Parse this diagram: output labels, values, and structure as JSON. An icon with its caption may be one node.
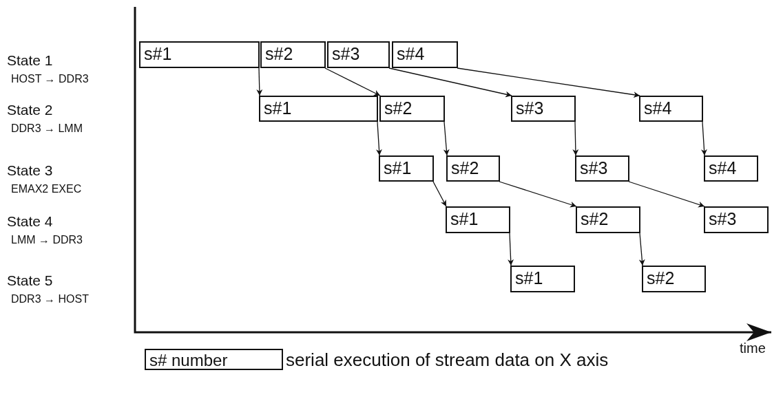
{
  "diagram": {
    "nodes": [
      {
        "text": [
          "s#1"
        ]
      },
      {
        "text": [
          "s#2"
        ]
      },
      {
        "text": [
          "s#3"
        ]
      },
      {
        "text": [
          "s#4"
        ]
      },
      {
        "text": [
          "s#1"
        ]
      },
      {
        "text": [
          "s#2"
        ]
      },
      {
        "text": [
          "s#3"
        ]
      },
      {
        "text": [
          "s#4"
        ]
      },
      {
        "text": [
          "s#1"
        ]
      },
      {
        "text": [
          "s#2"
        ]
      },
      {
        "text": [
          "s#3"
        ]
      },
      {
        "text": [
          "s#4"
        ]
      },
      {
        "text": [
          "s#1"
        ]
      },
      {
        "text": [
          "s#2"
        ]
      },
      {
        "text": [
          "s#3"
        ]
      },
      {
        "text": [
          "s#1"
        ]
      },
      {
        "text": [
          "s#2"
        ]
      },
      {
        "text": [
          "s# number"
        ],
        "beside": [
          "serial execution of stream data on X axis"
        ]
      }
    ],
    "edges": [
      {
        "from": 0,
        "to": 4,
        "arrow": "to"
      },
      {
        "from": 1,
        "to": 5,
        "arrow": "to"
      },
      {
        "from": 2,
        "to": 6,
        "arrow": "to"
      },
      {
        "from": 3,
        "to": 7,
        "arrow": "to"
      },
      {
        "from": 4,
        "to": 8,
        "arrow": "to"
      },
      {
        "from": 5,
        "to": 9,
        "arrow": "to"
      },
      {
        "from": 6,
        "to": 10,
        "arrow": "to"
      },
      {
        "from": 7,
        "to": 11,
        "arrow": "to"
      },
      {
        "from": 8,
        "to": 12,
        "arrow": "to"
      },
      {
        "from": 9,
        "to": 13,
        "arrow": "to"
      },
      {
        "from": 10,
        "to": 14,
        "arrow": "to"
      },
      {
        "from": 12,
        "to": 15,
        "arrow": "to"
      },
      {
        "from": 13,
        "to": 16,
        "arrow": "to"
      }
    ],
    "labels": [
      "State 1",
      "HOST → DDR3",
      "State 2",
      "DDR3 → LMM",
      "State 3",
      "EMAX2 EXEC",
      "State 4",
      "LMM → DDR3",
      "State 5",
      "DDR3 → HOST",
      "time"
    ]
  }
}
